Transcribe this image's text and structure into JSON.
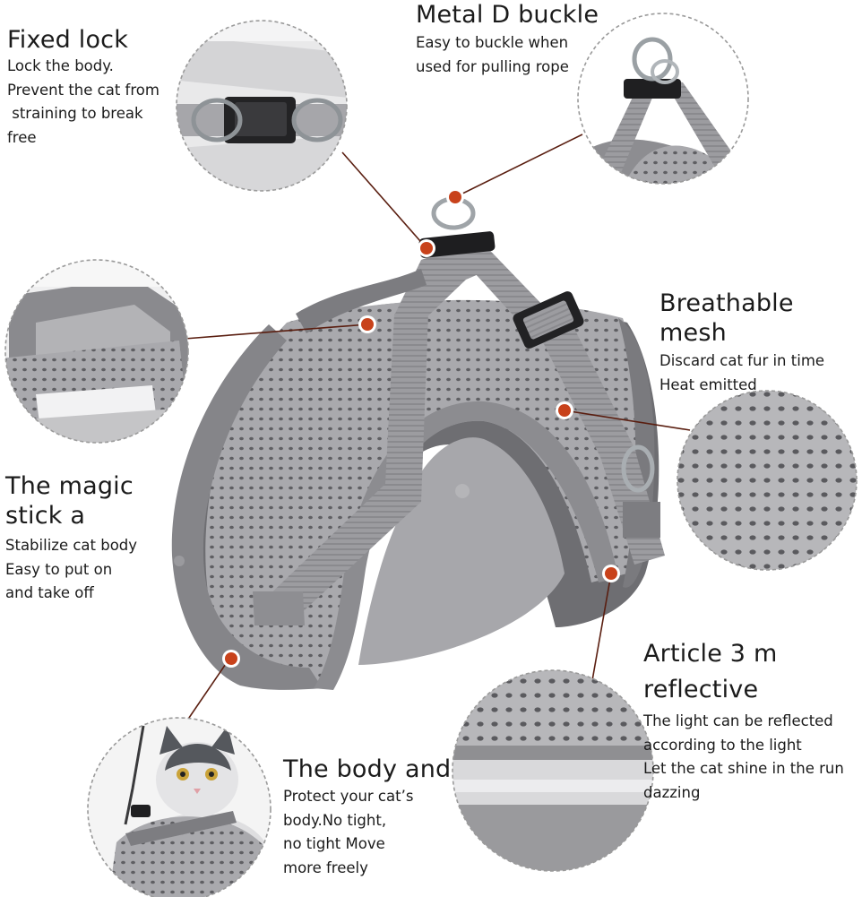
{
  "colors": {
    "marker": "#c8421b",
    "harness": "#8a8a8e",
    "harness_dark": "#6c6c70",
    "strap": "#9a9a9e",
    "circle_border": "#9a9a9a"
  },
  "features": {
    "fixed_lock": {
      "title": "Fixed lock",
      "lines": [
        "Lock the body.",
        "Prevent the cat from",
        " straining to break",
        "free"
      ]
    },
    "metal_d_buckle": {
      "title": "Metal D buckle",
      "lines": [
        "Easy to buckle when",
        "used for pulling rope"
      ]
    },
    "breathable_mesh": {
      "title": "Breathable mesh",
      "lines": [
        "Discard cat fur in time",
        "Heat emitted"
      ]
    },
    "magic_stick": {
      "title_lines": [
        "The magic",
        "stick a"
      ],
      "lines": [
        "Stabilize cat body",
        "Easy to put on",
        "and take off"
      ]
    },
    "reflective": {
      "title_lines": [
        "Article 3 m",
        "reflective"
      ],
      "lines": [
        "The light can be reflected",
        "according to the light",
        "Let the cat shine in the run",
        "dazzing"
      ]
    },
    "body": {
      "title": "The body and",
      "lines": [
        "Protect your cat’s",
        "body.No tight,",
        "no tight Move",
        "more freely"
      ]
    }
  },
  "icons": [
    "buckle-detail-photo",
    "d-ring-detail-photo",
    "velcro-detail-photo",
    "mesh-detail-photo",
    "reflective-strip-detail-photo",
    "cat-wearing-harness-photo",
    "harness-product-photo"
  ]
}
